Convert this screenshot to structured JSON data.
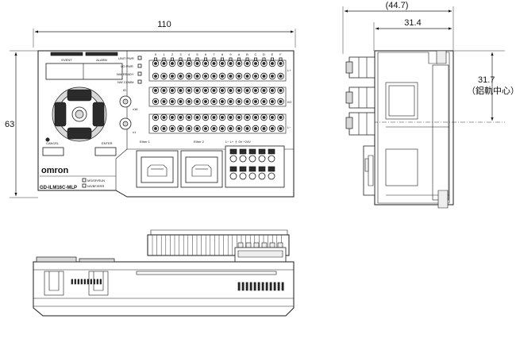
{
  "dimensions": {
    "width": "110",
    "height": "63",
    "depth_total": "(44.7)",
    "depth_body": "31.4",
    "rail_center": "31.7",
    "rail_center_note": "（鋁軌中心）"
  },
  "front_panel": {
    "brand": "omron",
    "model": "GD-ILM16C-MLP",
    "event_label": "EVENT",
    "alarm_label": "ALARM",
    "cancel_label": "CANCEL",
    "enter_label": "ENTER",
    "led_unit_pwr": "UNIT PWR",
    "led_io_pwr": "I/O PWR",
    "led_nw_ready": "NW READY",
    "led_nw_comm": "NW COMM",
    "id_label": "ID",
    "x16_label": "x16",
    "x1_label": "x1",
    "channel_labels": [
      "0",
      "1",
      "2",
      "3",
      "4",
      "5",
      "6",
      "7",
      "8",
      "9",
      "A",
      "B",
      "C",
      "D",
      "E",
      "F"
    ],
    "row_label_top": "L+",
    "row_label_mid": "I/O",
    "row_label_bot": "L−",
    "ether1": "Ether 1",
    "ether2": "Ether 2",
    "power_labels": "L−   L+   ⏚   0V  +24V",
    "ms_label": "MS/SF/RUN",
    "ns_label": "NS/BF/ERR"
  }
}
